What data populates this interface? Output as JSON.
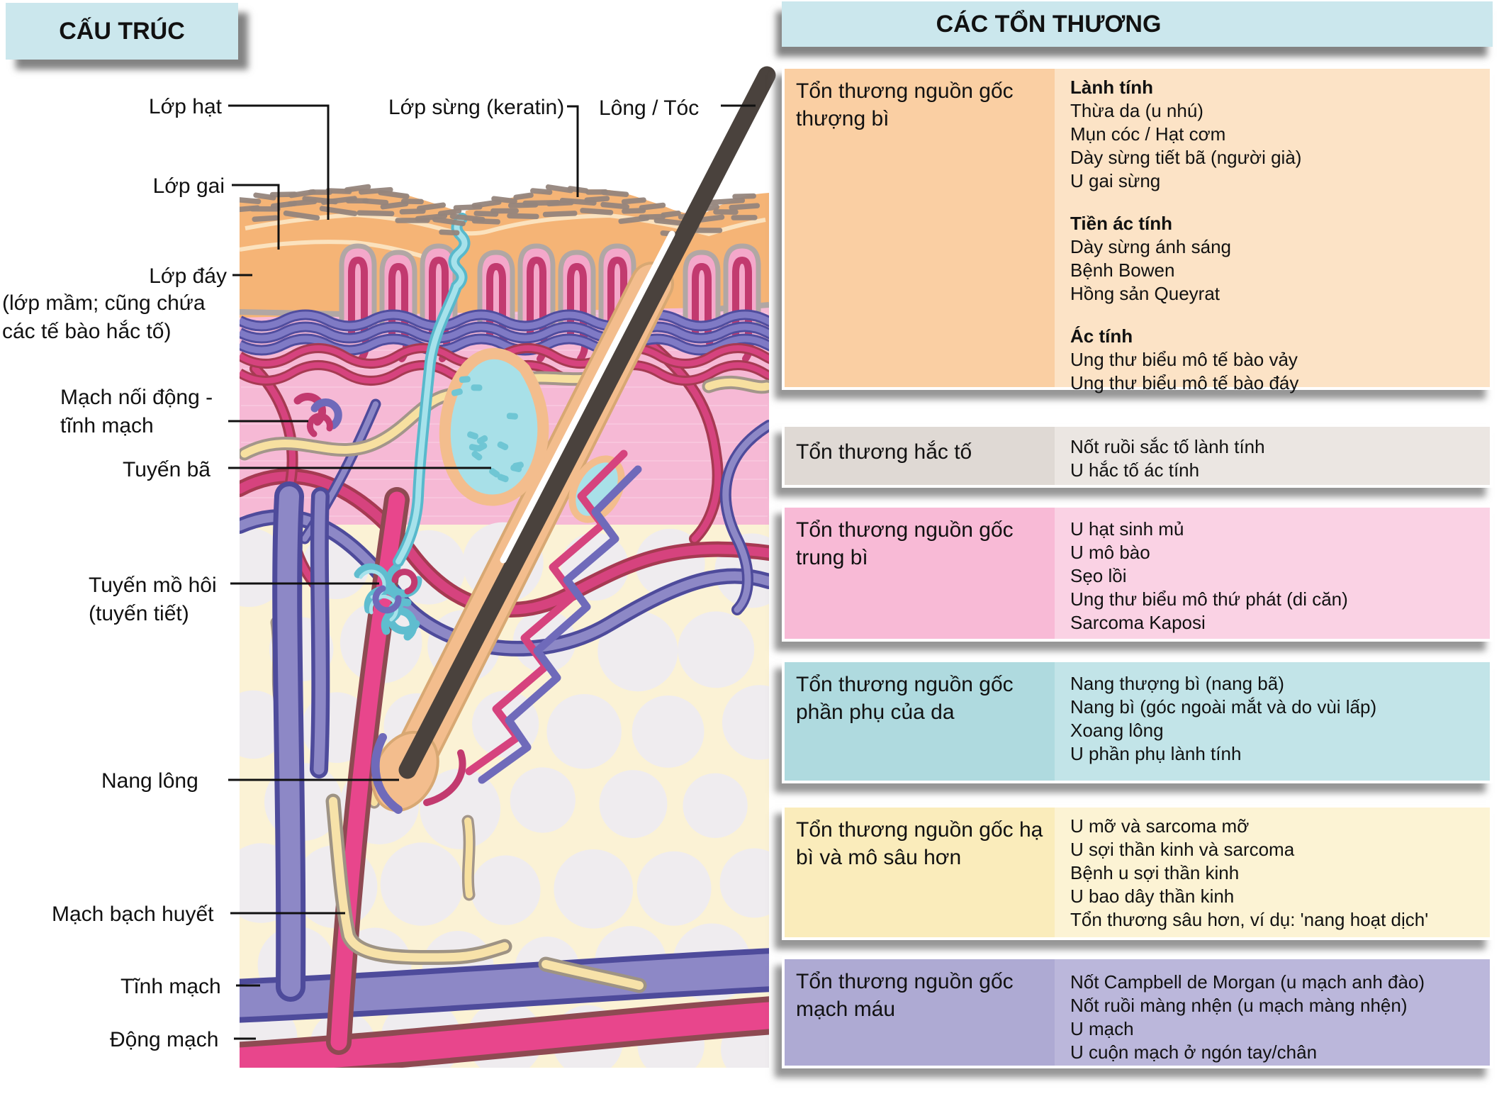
{
  "left_panel": {
    "title": "CẤU TRÚC",
    "labels": {
      "lop_hat": "Lớp hạt",
      "lop_sung": "Lớp sừng (keratin)",
      "long_toc": "Lông / Tóc",
      "lop_gai": "Lớp gai",
      "lop_day": "Lớp đáy",
      "lop_day_note1": "(lớp mầm; cũng chứa",
      "lop_day_note2": "các tế bào hắc tố)",
      "mach_noi_1": "Mạch nối động -",
      "mach_noi_2": "tĩnh mạch",
      "tuyen_ba": "Tuyến bã",
      "tuyen_mo_hoi_1": "Tuyến mồ hôi",
      "tuyen_mo_hoi_2": "(tuyến tiết)",
      "nang_long": "Nang lông",
      "mach_bach_huyet": "Mạch bạch huyết",
      "tinh_mach": "Tĩnh mạch",
      "dong_mach": "Động mạch"
    }
  },
  "right_panel": {
    "title": "CÁC TỔN THƯƠNG",
    "sections": [
      {
        "key": "epidermal",
        "header": "Tổn thương nguồn gốc thượng bì",
        "groups": [
          [
            "Lành tính",
            "Thừa da (u nhú)",
            "Mụn cóc / Hạt cơm",
            "Dày sừng tiết bã (người già)",
            "U gai sừng"
          ],
          [
            "Tiền ác tính",
            "Dày sừng ánh sáng",
            "Bệnh Bowen",
            "Hồng sản Queyrat"
          ],
          [
            "Ác tính",
            "Ung thư biểu mô tế bào vảy",
            "Ung thư biểu mô tế bào đáy"
          ]
        ]
      },
      {
        "key": "melanocytic",
        "header": "Tổn thương hắc tố",
        "items": [
          "Nốt ruồi sắc tố lành tính",
          "U hắc tố ác tính"
        ]
      },
      {
        "key": "dermal",
        "header": "Tổn thương nguồn gốc trung bì",
        "items": [
          "U hạt sinh mủ",
          "U mô bào",
          "Sẹo lồi",
          "Ung thư biểu mô thứ phát (di căn)",
          "Sarcoma Kaposi"
        ]
      },
      {
        "key": "appendageal",
        "header": "Tổn thương nguồn gốc phần phụ của da",
        "items": [
          "Nang thượng bì (nang bã)",
          "Nang bì (góc ngoài mắt và do vùi lấp)",
          "Xoang lông",
          "U phần phụ lành tính"
        ]
      },
      {
        "key": "subcutis",
        "header": "Tổn thương nguồn gốc hạ bì và mô sâu hơn",
        "items": [
          "U mỡ và sarcoma mỡ",
          "U sợi thần kinh và sarcoma",
          "Bệnh u sợi thần kinh",
          "U bao dây thần kinh",
          "Tổn thương sâu hơn, ví dụ: 'nang hoạt dịch'"
        ]
      },
      {
        "key": "vascular",
        "header": "Tổn thương nguồn gốc mạch máu",
        "items": [
          "Nốt Campbell de Morgan (u mạch anh đào)",
          "Nốt ruồi màng nhện (u mạch màng nhện)",
          "U mạch",
          "U cuộn mạch ở ngón tay/chân"
        ]
      }
    ]
  },
  "colors": {
    "title_bar": "#CBE7ED",
    "section_epidermal": "#FACFA3",
    "section_epidermal_body": "#FCE3C6",
    "section_melanocytic": "#DFD9D4",
    "section_melanocytic_body": "#EBE6E2",
    "section_dermal": "#F8BAD6",
    "section_dermal_body": "#FAD2E4",
    "section_appendageal": "#AFDADF",
    "section_appendageal_body": "#C2E4E8",
    "section_subcutis": "#FAECBB",
    "section_subcutis_body": "#FCF3D4",
    "section_vascular": "#AEAAD3",
    "section_vascular_body": "#BBB7DB",
    "epidermis": "#F5B476",
    "dermis": "#F6B9D5",
    "fat_bg": "#FBF2D5",
    "artery": "#E8468C",
    "vein": "#8D88C6",
    "nerve": "#F7E0A0",
    "sweat_duct": "#A6E2EB",
    "hair": "#4A423D",
    "keratin_flake": "#95857C"
  }
}
